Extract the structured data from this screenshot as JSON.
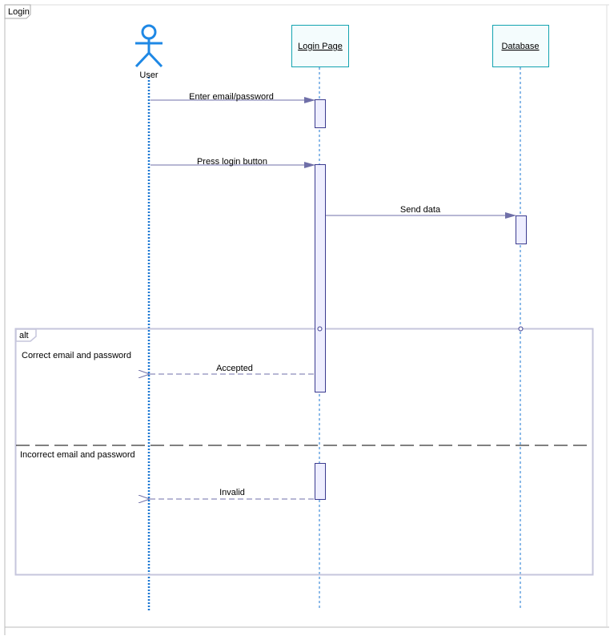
{
  "frame": {
    "title": "Login"
  },
  "participants": {
    "user": {
      "label": "User",
      "kind": "actor"
    },
    "login_page": {
      "label": "Login Page",
      "kind": "object"
    },
    "database": {
      "label": "Database",
      "kind": "object"
    }
  },
  "messages": [
    {
      "from": "user",
      "to": "login_page",
      "label": "Enter email/password",
      "type": "sync"
    },
    {
      "from": "user",
      "to": "login_page",
      "label": "Press login button",
      "type": "sync"
    },
    {
      "from": "login_page",
      "to": "database",
      "label": "Send data",
      "type": "sync"
    },
    {
      "from": "login_page",
      "to": "user",
      "label": "Accepted",
      "type": "reply"
    },
    {
      "from": "login_page",
      "to": "user",
      "label": "Invalid",
      "type": "reply"
    }
  ],
  "fragment": {
    "operator": "alt",
    "operands": [
      {
        "guard": "Correct email and password"
      },
      {
        "guard": "Incorrect email and password"
      }
    ]
  },
  "colors": {
    "actor": "#1e88e5",
    "box_border": "#13a3b0",
    "box_fill": "#f4fcfd",
    "lifeline": "#1976d2",
    "message": "#6f6fa8",
    "activation_fill": "#eeeeff",
    "activation_border": "#3b3b8f",
    "fragment_border": "#c6c6dc",
    "divider": "#000000",
    "frame_border": "#bbbbbb"
  }
}
